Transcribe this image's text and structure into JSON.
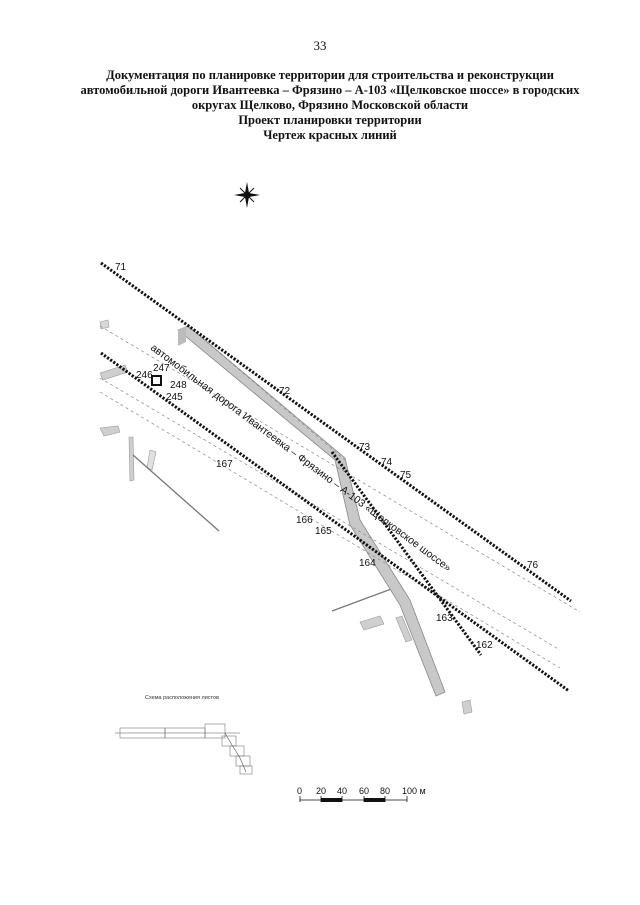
{
  "page_number": "33",
  "header": {
    "line1": "Документация по планировке территории для строительства и реконструкции",
    "line2": "автомобильной дороги Ивантеевка – Фрязино – А-103 «Щелковское шоссе» в городских",
    "line3": "округах Щелково, Фрязино Московской области",
    "line4": "Проект планировки территории",
    "line5": "Чертеж красных линий"
  },
  "map": {
    "road_label": "автомобильная дорога Ивантеевка – Фрязино – А-103 «Щелковское шоссе»",
    "point_labels": {
      "p71": "71",
      "p72": "72",
      "p73": "73",
      "p74": "74",
      "p75": "75",
      "p76": "76",
      "p167": "167",
      "p166": "166",
      "p165": "165",
      "p164": "164",
      "p163": "163",
      "p162": "162",
      "p245": "245",
      "p246": "246",
      "p247": "247",
      "p248": "248"
    },
    "red_line_color": "#111111",
    "road_surface_color": "#c8c8c8"
  },
  "inset": {
    "title": "Схема расположения листов"
  },
  "scale_bar": {
    "ticks": [
      "0",
      "20",
      "40",
      "60",
      "80",
      "100 м"
    ]
  }
}
